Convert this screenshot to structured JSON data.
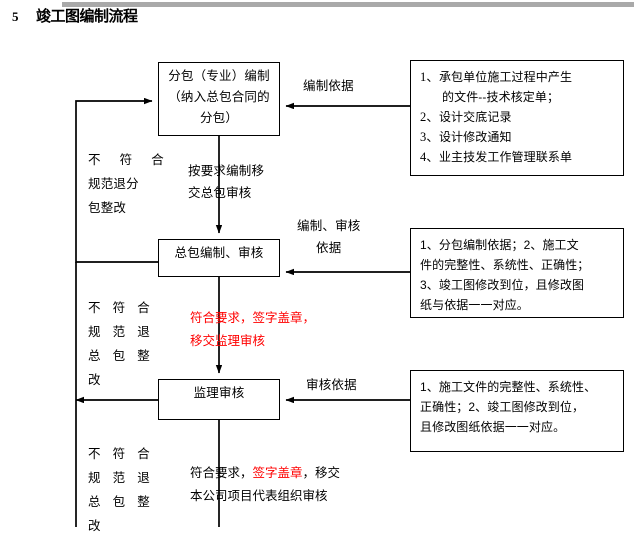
{
  "header": {
    "number": "5",
    "title": "竣工图编制流程"
  },
  "process_boxes": [
    {
      "id": "box-sub",
      "label": "分包（专业）编制（纳入总包合同的分包）"
    },
    {
      "id": "box-gen",
      "label": "总包编制、审核"
    },
    {
      "id": "box-sup",
      "label": "监理审核"
    }
  ],
  "notes": {
    "note1": {
      "items": [
        {
          "index": "1、",
          "text": "承包单位施工过程中产生"
        },
        {
          "index": "",
          "text": "的文件--技术核定单；"
        },
        {
          "index": "2、",
          "text": "设计交底记录"
        },
        {
          "index": "3、",
          "text": "设计修改通知"
        },
        {
          "index": "4、",
          "text": "业主技发工作管理联系单"
        }
      ]
    },
    "note2": {
      "lines": [
        "1、分包编制依据；2、施工文",
        "件的完整性、系统性、正确性；",
        "3、竣工图修改到位，且修改图",
        "纸与依据一一对应。"
      ]
    },
    "note3": {
      "lines": [
        "1、施工文件的完整性、系统性、",
        "正确性；2、竣工图修改到位，",
        "且修改图纸依据一一对应。"
      ]
    }
  },
  "arrow_labels": {
    "edit_basis": "编制依据",
    "submit_to_general": "按要求编制移\n交总包审核",
    "audit_basis": "编制、审核\n依据",
    "review_basis": "审核依据"
  },
  "reject_labels": {
    "reject_sub": {
      "lines": [
        "不符合",
        "规范退分",
        "包整改"
      ]
    },
    "reject_gen": {
      "lines": [
        "不符合",
        "规范退",
        "总包整",
        "改"
      ]
    },
    "reject_sup": {
      "lines": [
        "不符合",
        "规范退",
        "总包整",
        "改"
      ]
    }
  },
  "flow_notes": {
    "pass_to_supervisor": "符合要求，签字盖章，\n移交监理审核",
    "pass_to_company": {
      "part1": "符合要求，",
      "part2": "签字盖章",
      "part3": "，移",
      "part4": "交本公司项目代表组织",
      "part5": "审核"
    }
  },
  "colors": {
    "line": "#000000",
    "highlight": "#ff0000",
    "header_rule": "#a9a9a9"
  }
}
